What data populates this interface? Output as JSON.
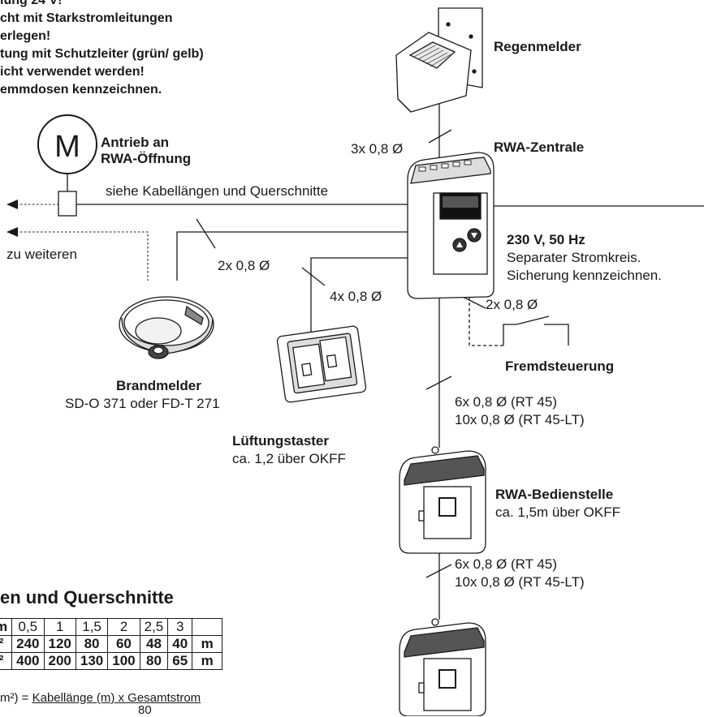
{
  "notes": [
    "lung 24 V!",
    "cht mit Starkstromleitungen",
    "erlegen!",
    "tung mit Schutzleiter (grün/ gelb)",
    "icht verwendet werden!",
    "emmdosen kennzeichnen."
  ],
  "labels": {
    "regenmelder": "Regenmelder",
    "cable_top": "3x 0,8 Ø",
    "rwa_zentrale": "RWA-Zentrale",
    "antrieb_1": "Antrieb an",
    "antrieb_2": "RWA-Öffnung",
    "motor_symbol": "M",
    "kabel_info": "siehe Kabellängen und Querschnitte",
    "zu_weiteren": "zu weiteren",
    "cable_2x_left": "2x 0,8 Ø",
    "cable_4x": "4x 0,8 Ø",
    "power_title": "230 V, 50 Hz",
    "power_line1": "Separater Stromkreis.",
    "power_line2": "Sicherung kennzeichnen.",
    "cable_2x_right": "2x 0,8 Ø",
    "fremdsteuerung": "Fremdsteuerung",
    "brandmelder": "Brandmelder",
    "brandmelder_sub": "SD-O 371 oder FD-T 271",
    "lueftungstaster": "Lüftungstaster",
    "lueftungstaster_sub": "ca. 1,2 über OKFF",
    "cable_6x_1": "6x 0,8 Ø (RT 45)",
    "cable_10x_1": "10x 0,8 Ø (RT 45-LT)",
    "bedienstelle": "RWA-Bedienstelle",
    "bedienstelle_sub": "ca. 1,5m über OKFF",
    "cable_6x_2": "6x 0,8 Ø (RT 45)",
    "cable_10x_2": "10x 0,8 Ø (RT 45-LT)"
  },
  "section_title": "en und Querschnitte",
  "table": {
    "header": [
      "m",
      "0,5",
      "1",
      "1,5",
      "2",
      "2,5",
      "3",
      ""
    ],
    "rows": [
      [
        "²",
        "240",
        "120",
        "80",
        "60",
        "48",
        "40",
        "m"
      ],
      [
        "²",
        "400",
        "200",
        "130",
        "100",
        "80",
        "65",
        "m"
      ]
    ]
  },
  "formula": {
    "left": "m²) =",
    "numerator": "Kabellänge (m) x Gesamtstrom",
    "denominator": "80"
  }
}
